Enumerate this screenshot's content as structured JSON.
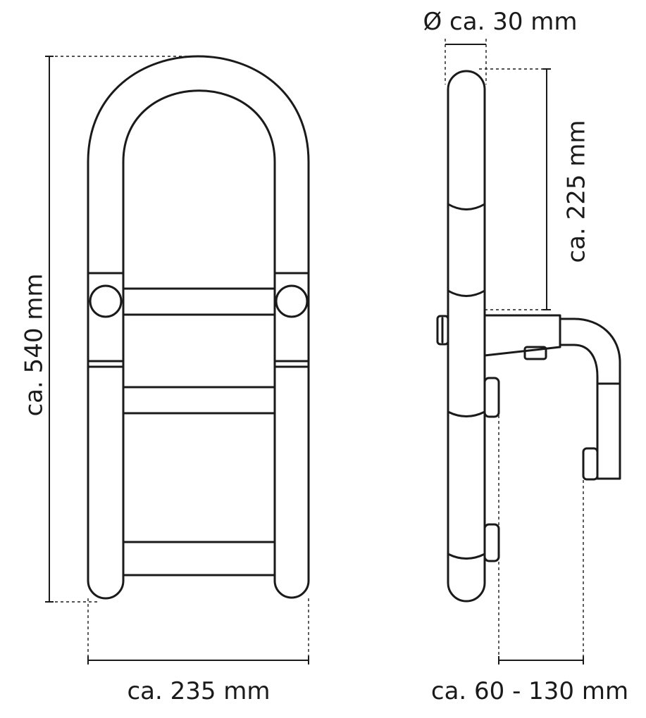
{
  "dimensions": {
    "diameter": "Ø ca. 30 mm",
    "height_total": "ca. 540 mm",
    "width": "ca. 235 mm",
    "height_upper": "ca. 225 mm",
    "clamp_range": "ca. 60 - 130 mm"
  },
  "colors": {
    "line": "#1a1a1a",
    "background": "#ffffff"
  }
}
